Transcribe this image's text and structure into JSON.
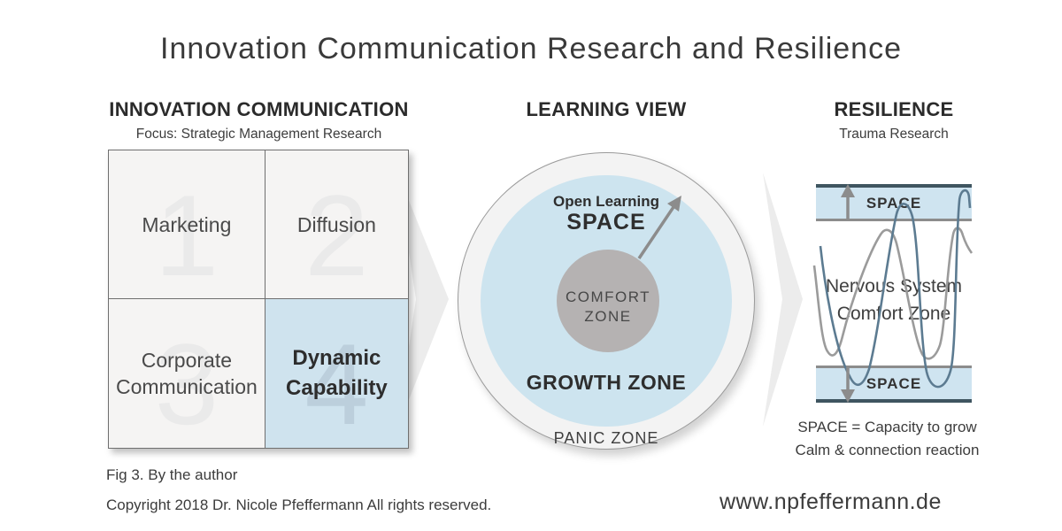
{
  "title": "Innovation Communication Research and Resilience",
  "colors": {
    "highlight_blue": "#cfe3ee",
    "band_blue": "#cfe4f0",
    "comfort_gray": "#b5b2b2",
    "line_blue": "#5c7b91",
    "line_gray": "#9b9b9b",
    "arrow_gray": "#8c8c8c",
    "dark_band_border": "#3f5560",
    "chevron_gray": "#ececec"
  },
  "left": {
    "heading": "INNOVATION COMMUNICATION",
    "subheading": "Focus: Strategic Management Research",
    "matrix": {
      "cells": [
        {
          "number": "1",
          "label": "Marketing",
          "highlighted": false
        },
        {
          "number": "2",
          "label": "Diffusion",
          "highlighted": false
        },
        {
          "number": "3",
          "label": "Corporate Communication",
          "highlighted": false
        },
        {
          "number": "4",
          "label": "Dynamic Capability",
          "highlighted": true
        }
      ]
    }
  },
  "center": {
    "heading": "LEARNING VIEW",
    "zones": {
      "open_learning_line1": "Open Learning",
      "open_learning_line2": "SPACE",
      "comfort_line1": "COMFORT",
      "comfort_line2": "ZONE",
      "growth": "GROWTH ZONE",
      "panic": "PANIC ZONE"
    }
  },
  "right": {
    "heading": "RESILIENCE",
    "subheading": "Trauma Research",
    "top_band_label": "SPACE",
    "bottom_band_label": "SPACE",
    "center_label_line1": "Nervous System",
    "center_label_line2": "Comfort Zone",
    "legend_line1": "SPACE = Capacity to grow",
    "legend_line2": "Calm & connection reaction"
  },
  "footer": {
    "fig_caption": "Fig 3. By the author",
    "copyright": "Copyright 2018 Dr. Nicole Pfeffermann All rights reserved.",
    "website": "www.npfeffermann.de"
  }
}
